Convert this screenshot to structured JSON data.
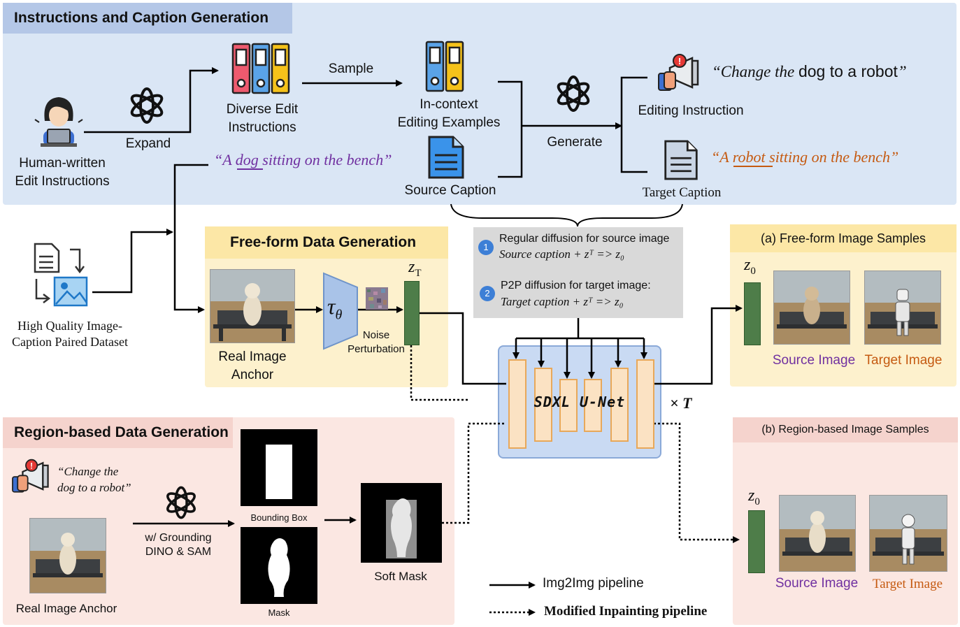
{
  "instructions_panel": {
    "header": "Instructions and Caption Generation",
    "human_label_line1": "Human-written",
    "human_label_line2": "Edit Instructions",
    "expand_label": "Expand",
    "diverse_line1": "Diverse Edit",
    "diverse_line2": "Instructions",
    "sample_label": "Sample",
    "incontext_line1": "In-context",
    "incontext_line2": "Editing Examples",
    "source_quote": "“A dog sitting on the bench”",
    "source_caption_label": "Source Caption",
    "generate_label": "Generate",
    "editing_instruction_label": "Editing Instruction",
    "instruction_quote_pre": "“Change the ",
    "instruction_quote_mid": "dog to a robot",
    "instruction_quote_post": "”",
    "target_quote": "“A robot sitting on the bench”",
    "target_caption_label": "Target Caption"
  },
  "dataset": {
    "label_line1": "High Quality Image-",
    "label_line2": "Caption Paired Dataset"
  },
  "freeform_panel": {
    "header": "Free-form Data Generation",
    "real_line1": "Real Image",
    "real_line2": "Anchor",
    "encoder_symbol": "τ",
    "encoder_sub": "θ",
    "noise_line1": "Noise",
    "noise_line2": "Perturbation",
    "z_symbol": "z",
    "z_sub": "T"
  },
  "diffusion_box": {
    "step1_num": "1",
    "step1_title": "Regular diffusion for source image",
    "step1_formula": "Source caption + zᵀ => z₀",
    "step2_num": "2",
    "step2_title": "P2P diffusion for target image:",
    "step2_formula": "Target caption + zᵀ => z₀"
  },
  "unet": {
    "label": "SDXL U-Net",
    "times": "× T"
  },
  "freeform_samples": {
    "header": "(a) Free-form Image Samples",
    "z_symbol": "z",
    "z_sub": "0",
    "source_label": "Source Image",
    "target_label": "Target Image"
  },
  "region_panel": {
    "header": "Region-based Data Generation",
    "quote_line1": "“Change the",
    "quote_line2": "dog to a robot”",
    "grounding_line1": "w/ Grounding",
    "grounding_line2": "DINO & SAM",
    "bbox_label": "Bounding Box",
    "mask_label": "Mask",
    "soft_mask_label": "Soft Mask",
    "real_label": "Real Image Anchor"
  },
  "region_samples": {
    "header": "(b) Region-based Image Samples",
    "z_symbol": "z",
    "z_sub": "0",
    "source_label": "Source Image",
    "target_label": "Target Image"
  },
  "legend": {
    "solid_label": "Img2Img pipeline",
    "dotted_label": "Modified Inpainting pipeline"
  },
  "colors": {
    "blue_panel": "#dae6f5",
    "blue_header": "#b4c7e7",
    "yellow_panel": "#fdf1cd",
    "yellow_header": "#fce7a6",
    "pink_panel": "#fbe7e2",
    "pink_header": "#f5d3cd",
    "purple_text": "#7030a0",
    "orange_text": "#c55a11",
    "latent_green": "#4e7d49",
    "unet_orange": "#fbe2c3"
  }
}
